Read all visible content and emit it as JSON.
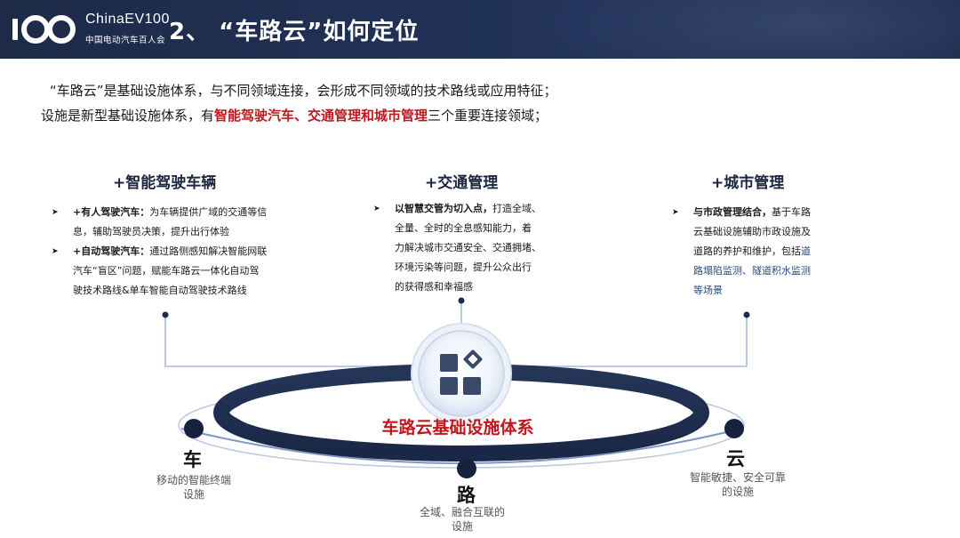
{
  "header": {
    "logo_number": "100",
    "logo_en": "ChinaEV100",
    "logo_cn": "中国电动汽车百人会",
    "title": "2、  “车路云”如何定位"
  },
  "intro": {
    "line1": "“车路云”是基础设施体系，与不同领域连接，会形成不同领域的技术路线或应用特征；",
    "line2_pre": "设施是新型基础设施体系，有",
    "line2_highlight": "智能驾驶汽车、交通管理和城市管理",
    "line2_post": "三个重要连接领域；"
  },
  "columns": {
    "vehicle": {
      "title": "+智能驾驶车辆",
      "b1_bold": "+有人驾驶汽车：",
      "b1_line1": "为车辆提供广域的交通等信",
      "b1_line2": "息，辅助驾驶员决策，提升出行体验",
      "b2_bold": "+自动驾驶汽车：",
      "b2_line1": "通过路侧感知解决智能网联",
      "b2_line2": "汽车“盲区”问题，赋能车路云一体化自动驾",
      "b2_line3": "驶技术路线&单车智能自动驾驶技术路线"
    },
    "traffic": {
      "title": "+交通管理",
      "b1_bold": "以智慧交管为切入点，",
      "b1_line1": "打造全域、",
      "b1_line2": "全量、全时的全息感知能力，着",
      "b1_line3": "力解决城市交通安全、交通拥堵、",
      "b1_line4": "环境污染等问题，提升公众出行",
      "b1_line5": "的获得感和幸福感"
    },
    "city": {
      "title": "+城市管理",
      "b1_bold": "与市政管理结合，",
      "b1_line1": "基于车路",
      "b1_line2": "云基础设施辅助市政设施及",
      "b1_line3": "道路的养护和维护，包括",
      "b1_line3_blue": "道",
      "b1_line4_blue": "路塌陷监测、隧道积水监测",
      "b1_line5_blue": "等场景"
    }
  },
  "diagram": {
    "center_label": "车路云基础设施体系",
    "car_label": "车",
    "car_desc1": "移动的智能终端",
    "car_desc2": "设施",
    "road_label": "路",
    "road_desc1": "全域、融合互联的",
    "road_desc2": "设施",
    "cloud_label": "云",
    "cloud_desc1": "智能敏捷、安全可靠",
    "cloud_desc2": "的设施"
  },
  "colors": {
    "header_bg": "#1d2b48",
    "accent_red": "#c0171d",
    "ring_dark": "#1c2a4a",
    "node_dark": "#16213d",
    "line_blue": "#9fb4d6"
  }
}
